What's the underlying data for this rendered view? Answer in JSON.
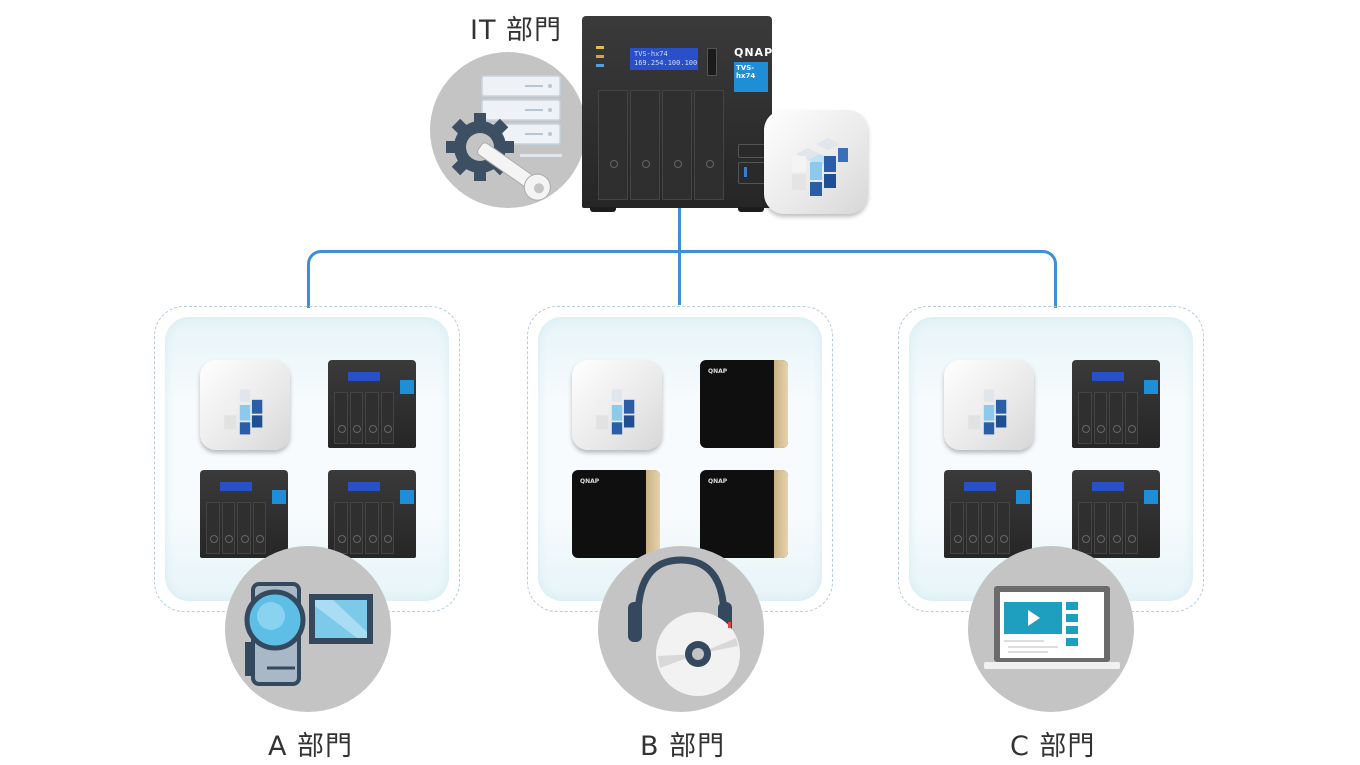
{
  "diagram": {
    "central": {
      "department_label": "IT 部門",
      "icon": "server-maintenance-icon",
      "nas": {
        "brand": "QNAP",
        "model_label": "TVS-hx74",
        "lcd_line1": "TVS-hx74",
        "lcd_line2": "169.254.100.100"
      },
      "app_icon": "storage-cube-app-icon"
    },
    "connector_color": "#3d8fd6",
    "departments": [
      {
        "label": "A 部門",
        "icon": "camcorder-icon",
        "devices": [
          "storage-cube-app-icon",
          "TVS-hx74",
          "TVS-hx74",
          "TVS-hx74"
        ]
      },
      {
        "label": "B 部門",
        "icon": "headphones-cd-icon",
        "devices": [
          "storage-cube-app-icon",
          "TS-x64 (gold)",
          "TS-x64 (gold)",
          "TS-x64 (gold)"
        ]
      },
      {
        "label": "C 部門",
        "icon": "laptop-video-icon",
        "devices": [
          "storage-cube-app-icon",
          "TVS-hx74",
          "TVS-hx74",
          "TVS-hx74"
        ]
      }
    ]
  }
}
